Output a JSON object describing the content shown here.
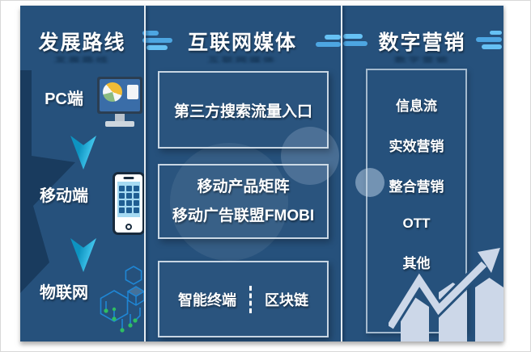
{
  "col1": {
    "header": "发展路线",
    "item1": "PC端",
    "item2": "移动端",
    "item3": "物联网"
  },
  "col2": {
    "header": "互联网媒体",
    "box1": "第三方搜索流量入口",
    "box2_line1": "移动产品矩阵",
    "box2_line2": "移动广告联盟FMOBI",
    "box3_left": "智能终端",
    "box3_right": "区块链"
  },
  "col3": {
    "header": "数字营销",
    "item1": "信息流",
    "item2": "实效营销",
    "item3": "整合营销",
    "item4": "OTT",
    "item5": "其他"
  },
  "icons": {
    "col1_item1": "desktop-monitor-pie-chart-icon",
    "col1_item2": "smartphone-app-grid-icon",
    "col1_item3": "iot-blockchain-hexagon-icon",
    "col1_flow": "down-chevron-arrow-icon",
    "col3_bottom": "growth-bar-chart-arrow-icon",
    "header_decor": "speed-lines-icon"
  },
  "palette": {
    "panel_bg": "#26517C",
    "divider": "#E6EDF3",
    "bar_blue": "#4DA6E2",
    "bar_blue_light": "#66C1F4",
    "arrow_cyan": "#2BB5E3",
    "icon_light": "#CCD7E8",
    "pie_yellow": "#F0BC36",
    "pie_green": "#8ABB82",
    "node_green": "#2FBE62",
    "line_blue": "#1F86D4"
  }
}
